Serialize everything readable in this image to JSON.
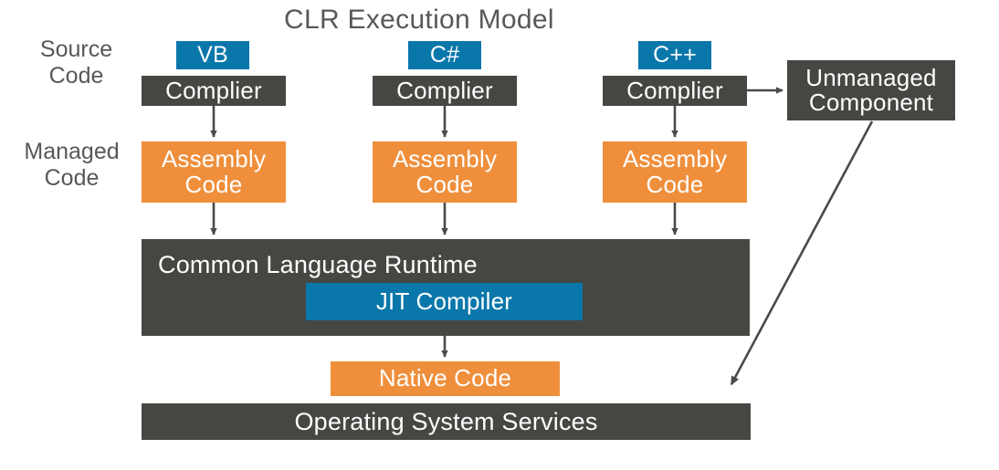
{
  "diagram": {
    "title": "CLR Execution Model",
    "side_labels": [
      {
        "id": "source-code",
        "line1": "Source",
        "line2": "Code"
      },
      {
        "id": "managed-code",
        "line1": "Managed",
        "line2": "Code"
      }
    ],
    "columns": [
      {
        "id": "vb",
        "language": "VB",
        "compiler": "Complier",
        "assembly_line1": "Assembly",
        "assembly_line2": "Code"
      },
      {
        "id": "csharp",
        "language": "C#",
        "compiler": "Complier",
        "assembly_line1": "Assembly",
        "assembly_line2": "Code"
      },
      {
        "id": "cpp",
        "language": "C++",
        "compiler": "Complier",
        "assembly_line1": "Assembly",
        "assembly_line2": "Code"
      }
    ],
    "unmanaged": {
      "line1": "Unmanaged",
      "line2": "Component"
    },
    "runtime": {
      "label": "Common Language Runtime",
      "jit": "JIT Compiler"
    },
    "native_code": "Native Code",
    "os_services": "Operating System Services",
    "colors": {
      "dark": "#464643",
      "blue": "#0a77ab",
      "orange": "#ef8f3c",
      "text_gray": "#58585a",
      "arrow": "#4a4a48",
      "background": "#ffffff"
    }
  }
}
